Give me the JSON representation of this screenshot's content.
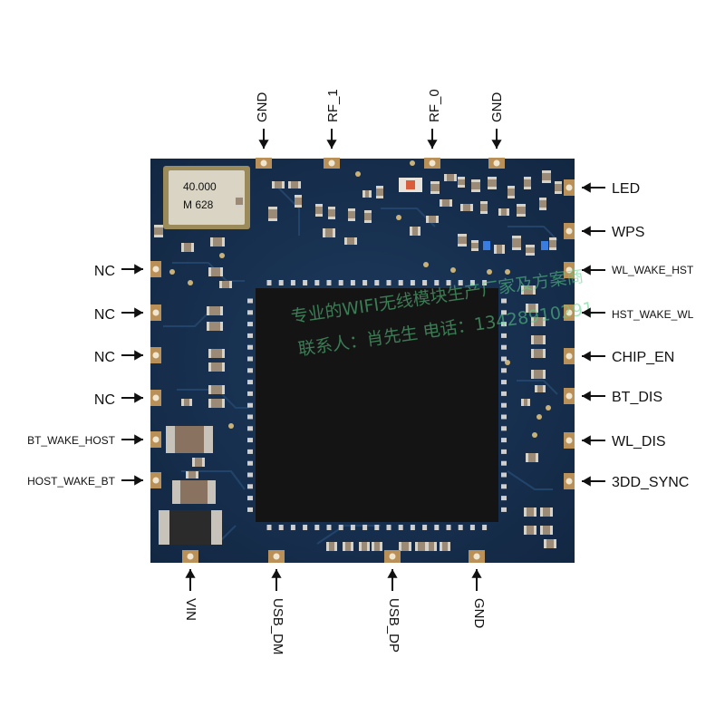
{
  "pins": {
    "top": [
      "GND",
      "RF_1",
      "RF_0",
      "GND"
    ],
    "left": [
      "NC",
      "NC",
      "NC",
      "NC",
      "BT_WAKE_HOST",
      "HOST_WAKE_BT"
    ],
    "right": [
      "LED",
      "WPS",
      "WL_WAKE_HST",
      "HST_WAKE_WL",
      "CHIP_EN",
      "BT_DIS",
      "WL_DIS",
      "3DD_SYNC"
    ],
    "bottom": [
      "VIN",
      "USB_DM",
      "USB_DP",
      "GND"
    ]
  },
  "crystal": {
    "line1": "40.000",
    "line2": "M 628"
  },
  "watermark": {
    "line1": "专业的WIFI无线模块生产厂家及方案商",
    "line2": "联系人：肖先生  电话：13428910291"
  },
  "colors": {
    "board": "#17304f",
    "pad": "#b99058",
    "chip": "#141414",
    "arrow": "#111111"
  }
}
